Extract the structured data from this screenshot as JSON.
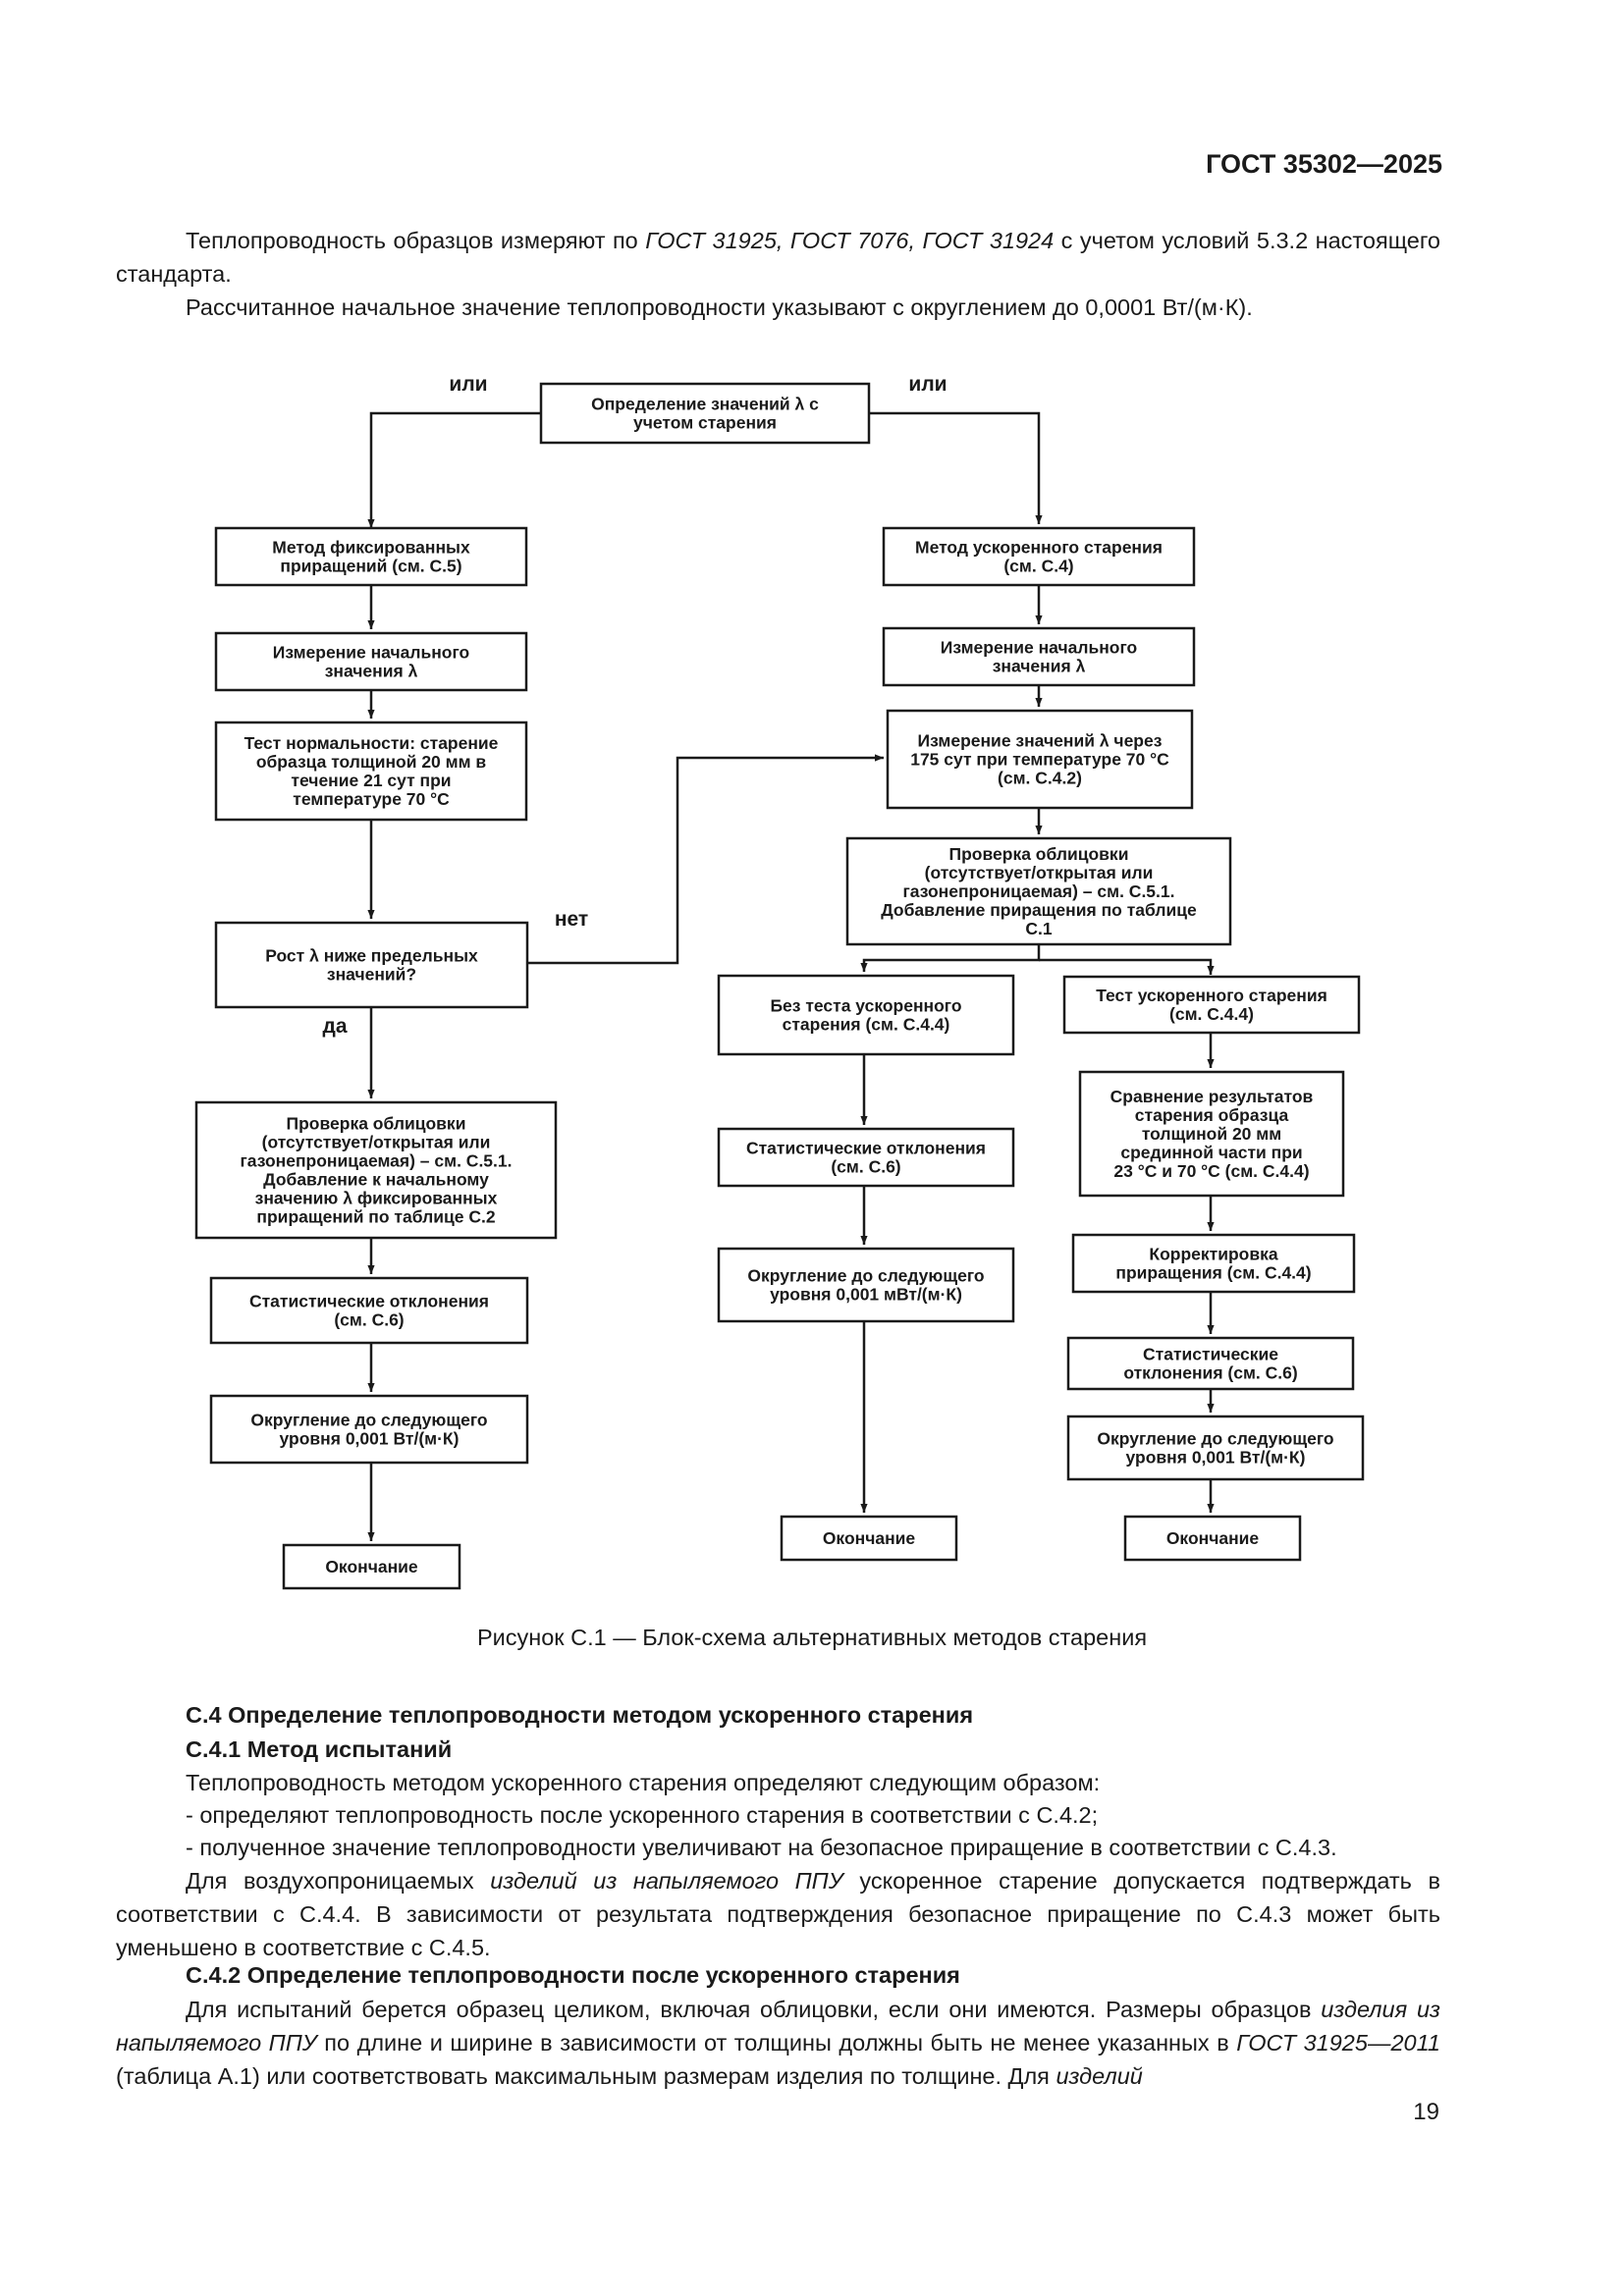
{
  "header": {
    "standard": "ГОСТ 35302—2025"
  },
  "intro": {
    "p1": [
      {
        "t": "Теплопроводность образцов измеряют по "
      },
      {
        "t": "ГОСТ 31925, ГОСТ 7076, ГОСТ 31924",
        "i": true
      },
      {
        "t": " с учетом условий 5.3.2 настоящего стандарта."
      }
    ],
    "p2": "Рассчитанное начальное значение теплопроводности указывают с округлением до 0,0001 Вт/(м·К)."
  },
  "flowchart": {
    "labels": {
      "or_left": "или",
      "or_right": "или",
      "no": "нет",
      "yes": "да"
    },
    "nodes": {
      "start": [
        "Определение значений λ с",
        "учетом старения"
      ],
      "fixed_method": [
        "Метод фиксированных",
        "приращений (см. С.5)"
      ],
      "left_initial": [
        "Измерение начального",
        "значения λ"
      ],
      "normality_test": [
        "Тест нормальности: старение",
        "образца толщиной 20 мм в",
        "течение 21 сут при",
        "температуре 70 °С"
      ],
      "decision": [
        "Рост λ ниже предельных",
        "значений?"
      ],
      "left_facing": [
        "Проверка облицовки",
        "(отсутствует/открытая или",
        "газонепроницаемая) – см. С.5.1.",
        "Добавление к начальному",
        "значению λ фиксированных",
        "приращений по таблице С.2"
      ],
      "left_stat": [
        "Статистические отклонения",
        "(см. С.6)"
      ],
      "left_round": [
        "Округление до следующего",
        "уровня 0,001 Вт/(м·К)"
      ],
      "left_end": [
        "Окончание"
      ],
      "accel_method": [
        "Метод ускоренного старения",
        "(см. С.4)"
      ],
      "right_initial": [
        "Измерение начального",
        "значения λ"
      ],
      "measure_175": [
        "Измерение значений λ через",
        "175 сут при температуре 70 °С",
        "(см. С.4.2)"
      ],
      "right_facing": [
        "Проверка облицовки",
        "(отсутствует/открытая или",
        "газонепроницаемая) – см. С.5.1.",
        "Добавление приращения по таблице",
        "С.1"
      ],
      "no_accel": [
        "Без теста ускоренного",
        "старения (см. С.4.4)"
      ],
      "mid_stat": [
        "Статистические отклонения",
        "(см. С.6)"
      ],
      "mid_round": [
        "Округление до следующего",
        "уровня 0,001 мВт/(м·К)"
      ],
      "mid_end": [
        "Окончание"
      ],
      "accel_test": [
        "Тест ускоренного старения",
        "(см. С.4.4)"
      ],
      "compare": [
        "Сравнение результатов",
        "старения образца",
        "толщиной 20 мм",
        "срединной части при",
        "23 °С и 70 °С (см. С.4.4)"
      ],
      "correction": [
        "Корректировка",
        "приращения (см. С.4.4)"
      ],
      "right_stat": [
        "Статистические",
        "отклонения (см. С.6)"
      ],
      "right_round": [
        "Округление до следующего",
        "уровня 0,001 Вт/(м·К)"
      ],
      "right_end": [
        "Окончание"
      ]
    }
  },
  "figure_caption": "Рисунок С.1 — Блок-схема альтернативных методов старения",
  "section": {
    "h1": "С.4 Определение теплопроводности методом ускоренного старения",
    "h2": "С.4.1 Метод испытаний",
    "p_method": "Теплопроводность методом ускоренного старения определяют следующим образом:",
    "item1": "- определяют теплопроводность после ускоренного старения в соответствии с С.4.2;",
    "item2": "- полученное значение теплопроводности увеличивают на безопасное приращение в соответствии с С.4.3.",
    "p_air": [
      {
        "t": "Для воздухопроницаемых "
      },
      {
        "t": "изделий из напыляемого ППУ",
        "i": true
      },
      {
        "t": " ускоренное старение допускается подтверждать в соответствии с С.4.4. В зависимости от результата подтверждения безопасное приращение по С.4.3 может быть уменьшено в соответствие с С.4.5."
      }
    ],
    "h3": "С.4.2 Определение теплопроводности после ускоренного старения",
    "p_sample": [
      {
        "t": "Для испытаний берется образец целиком, включая облицовки, если они имеются. Размеры образцов "
      },
      {
        "t": "изделия из напыляемого ППУ",
        "i": true
      },
      {
        "t": " по длине и ширине в зависимости от толщины должны быть не менее указанных в "
      },
      {
        "t": "ГОСТ 31925—2011",
        "i": true
      },
      {
        "t": " (таблица А.1) или соответствовать максимальным размерам изделия по толщине. Для "
      },
      {
        "t": "изделий",
        "i": true
      }
    ]
  },
  "page_number": "19"
}
